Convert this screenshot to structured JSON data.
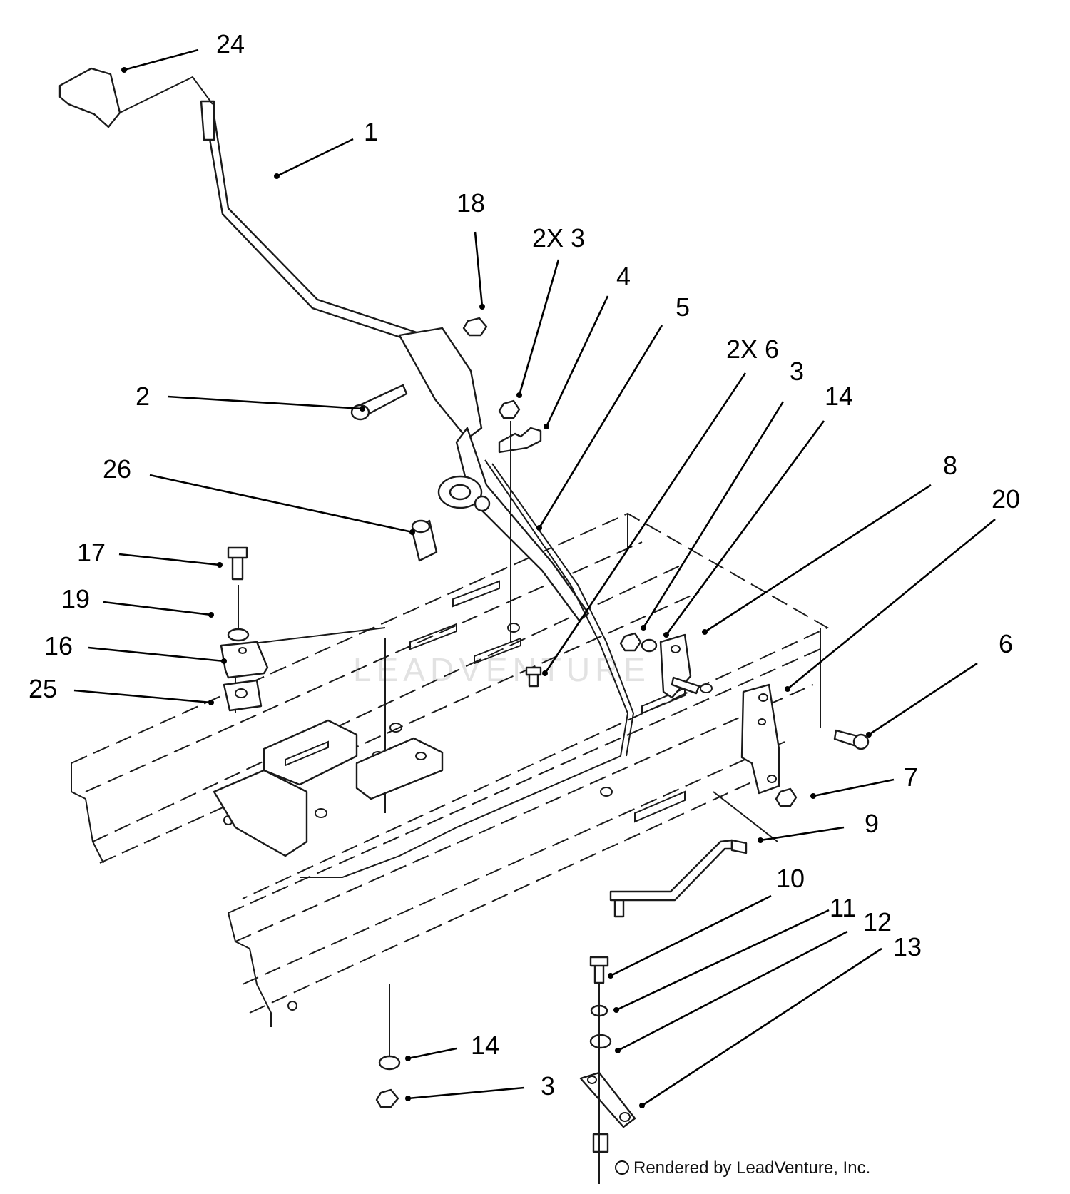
{
  "watermark": "LEADVENTURE",
  "footer": "Rendered by LeadVenture, Inc.",
  "callouts": [
    "24",
    "1",
    "18",
    "2X 3",
    "4",
    "5",
    "2X 6",
    "3",
    "14",
    "2",
    "26",
    "8",
    "20",
    "17",
    "19",
    "16",
    "25",
    "6",
    "7",
    "9",
    "10",
    "11",
    "12",
    "13",
    "14",
    "3"
  ]
}
